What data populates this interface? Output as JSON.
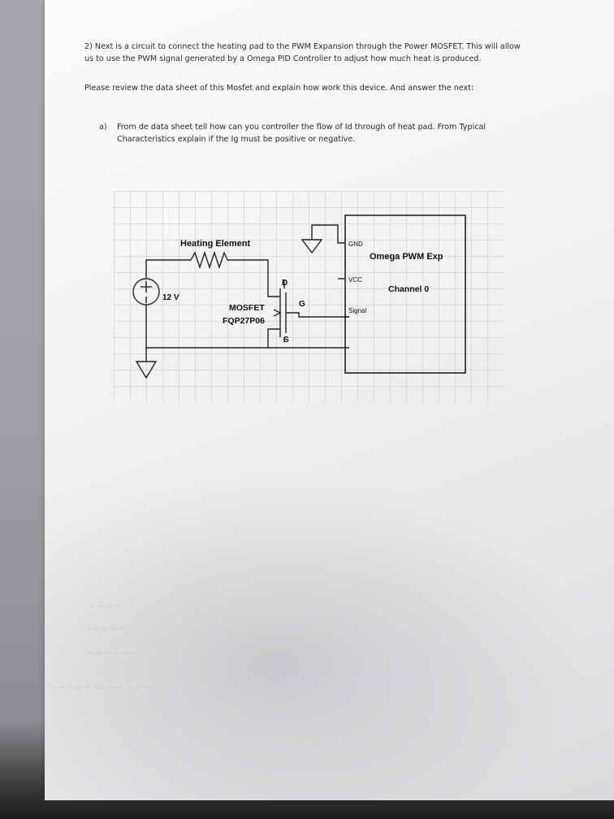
{
  "question": {
    "intro": "2) Next is a circuit to connect the heating pad to the PWM Expansion through the Power MOSFET. This will allow us to use the PWM signal generated by a Omega PID Controller to adjust how much heat is produced.",
    "review": "Please review the data sheet of this Mosfet and explain how work this device. And answer the next:",
    "part_a": {
      "letter": "a)",
      "text": "From de data sheet tell how can you controller the flow of Id through of heat pad. From Typical Characteristics explain if the Ig must be positive or negative."
    }
  },
  "circuit": {
    "heating_element_label": "Heating Element",
    "source_label": "12 V",
    "source_plus": "+",
    "source_minus": "−",
    "mosfet_label_1": "MOSFET",
    "mosfet_label_2": "FQP27P06",
    "pin_d": "D",
    "pin_g": "G",
    "pin_s": "S",
    "module_title": "Omega PWM Exp",
    "module_channel": "Channel 0",
    "pin_gnd": "GND",
    "pin_vcc": "VCC",
    "pin_signal": "Signal"
  }
}
